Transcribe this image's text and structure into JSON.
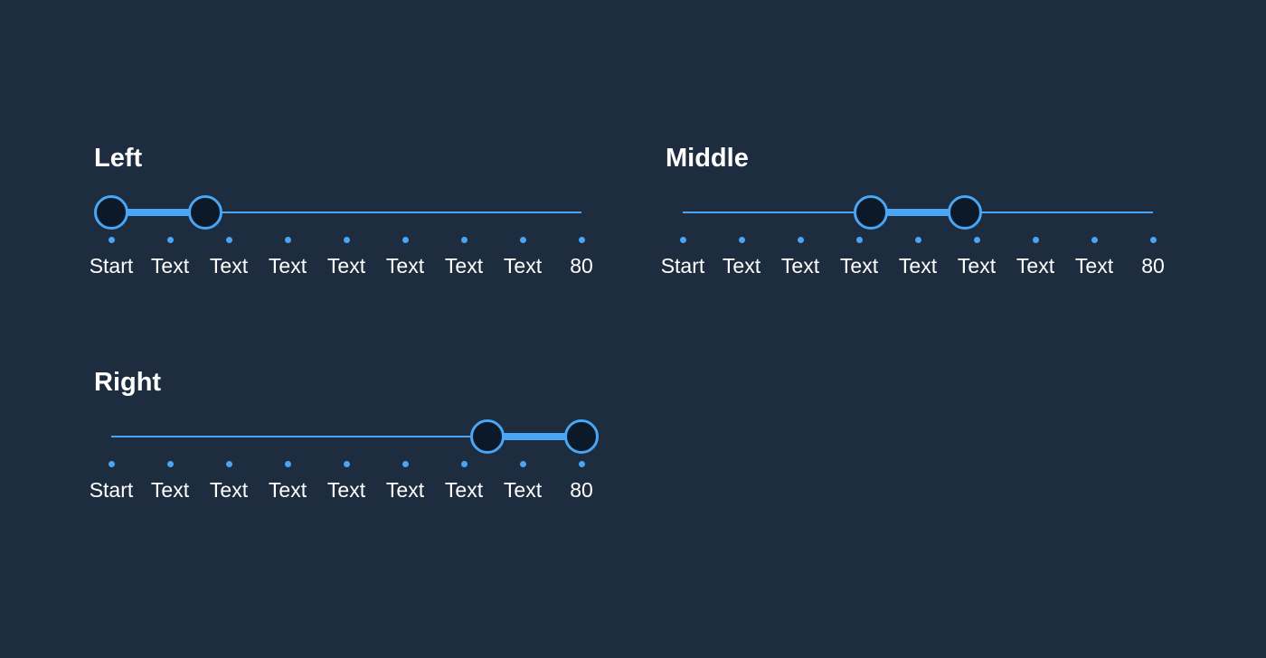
{
  "colors": {
    "background": "#1d2d3f",
    "accent": "#4aa6f4",
    "thumb_fill": "#0c1928",
    "text": "#ffffff"
  },
  "sliders": [
    {
      "title": "Left",
      "tick_labels": [
        "Start",
        "Text",
        "Text",
        "Text",
        "Text",
        "Text",
        "Text",
        "Text",
        "80"
      ],
      "selected_range": {
        "start_step": 0,
        "end_step": 1.6
      }
    },
    {
      "title": "Middle",
      "tick_labels": [
        "Start",
        "Text",
        "Text",
        "Text",
        "Text",
        "Text",
        "Text",
        "Text",
        "80"
      ],
      "selected_range": {
        "start_step": 3.2,
        "end_step": 4.8
      }
    },
    {
      "title": "Right",
      "tick_labels": [
        "Start",
        "Text",
        "Text",
        "Text",
        "Text",
        "Text",
        "Text",
        "Text",
        "80"
      ],
      "selected_range": {
        "start_step": 6.4,
        "end_step": 8
      }
    }
  ]
}
